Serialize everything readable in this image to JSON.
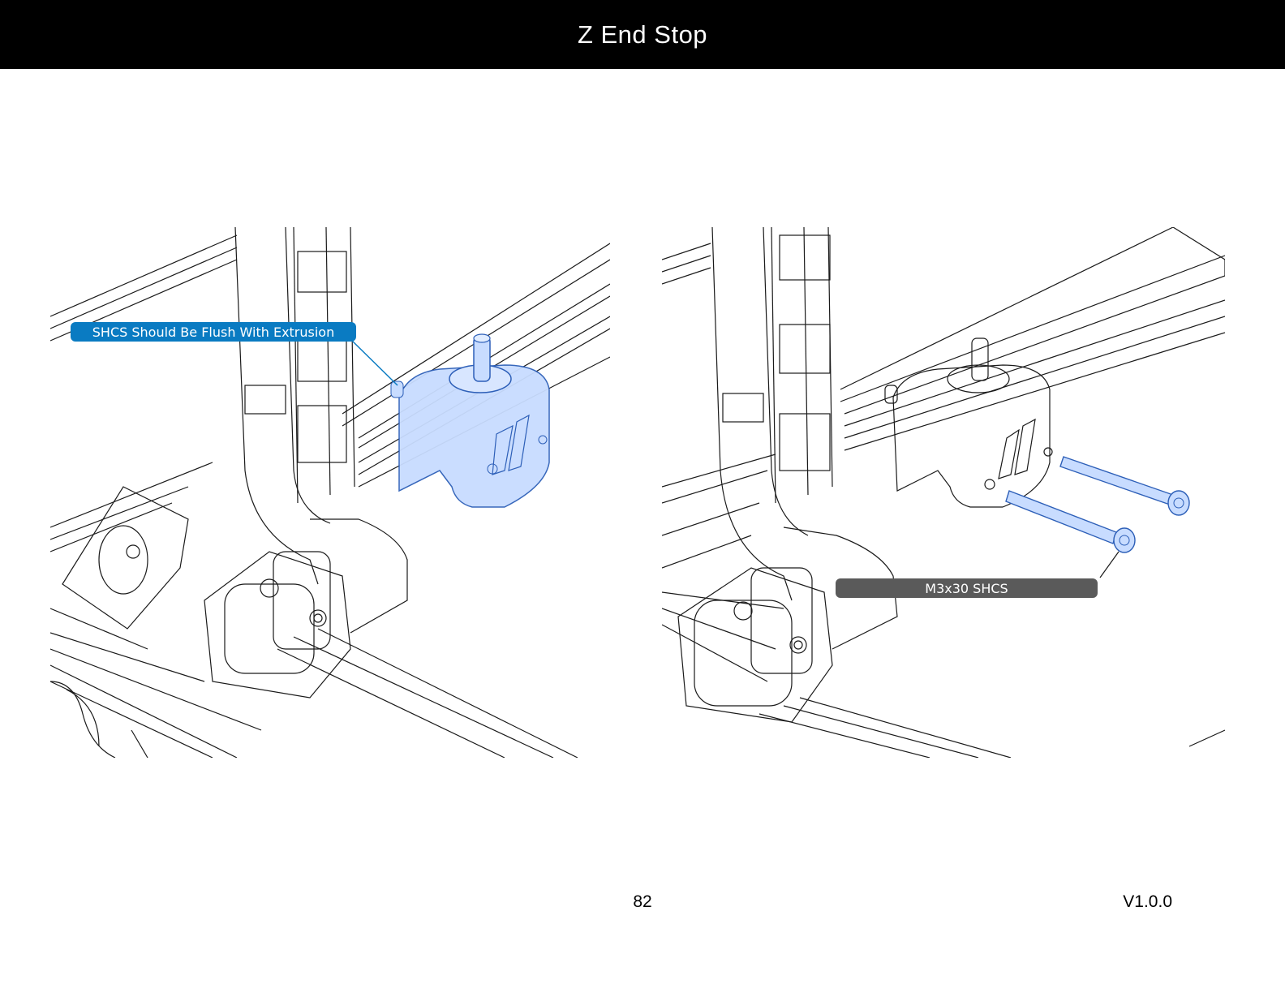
{
  "header": {
    "title": "Z End Stop"
  },
  "callouts": {
    "flush_note": "SHCS Should Be Flush With Extrusion",
    "screw_label": "M3x30 SHCS"
  },
  "footer": {
    "page_number": "82",
    "version": "V1.0.0"
  },
  "colors": {
    "header_bg": "#000000",
    "callout_blue": "#0a7bc2",
    "callout_gray": "#5a5a5a",
    "highlight_part": "#c8dcff",
    "highlight_stroke": "#2d5fb8"
  }
}
